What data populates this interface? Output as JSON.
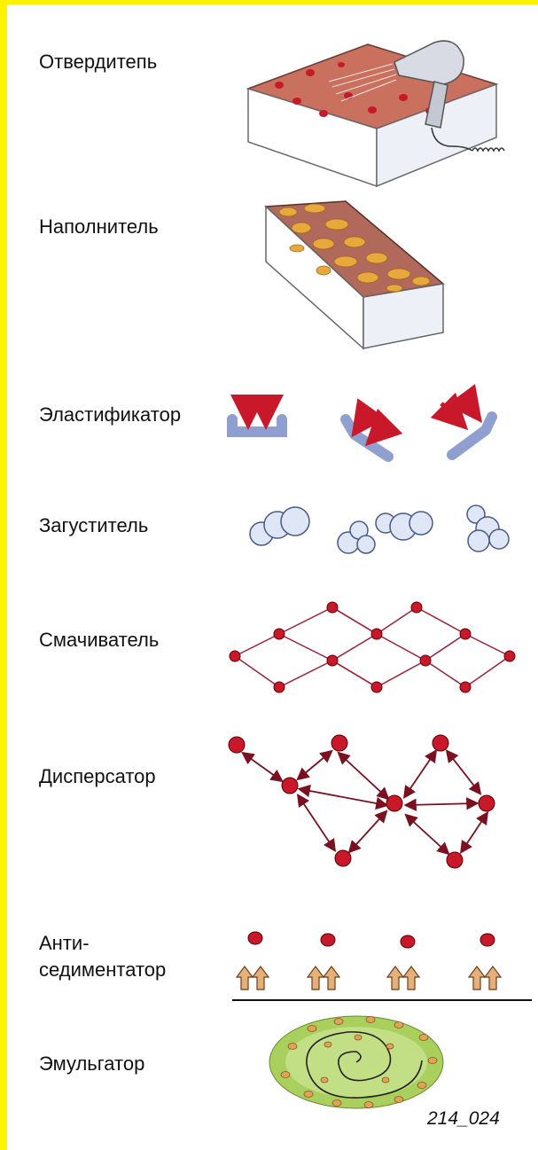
{
  "labels": {
    "hardener": "Отвердитепь",
    "filler": "Наполнитель",
    "plasticizer": "Эластификатор",
    "thickener": "Загуститель",
    "wetting_agent": "Смачиватель",
    "dispersant": "Дисперсатор",
    "anti_settling_line1": "Анти-",
    "anti_settling_line2": "седиментатор",
    "emulsifier": "Эмульгатор"
  },
  "figure_code": "214_024",
  "colors": {
    "frame": "#fff200",
    "particle": "#c8182a",
    "arrow": "#7a1020",
    "block_top": "#c9705e",
    "block_side": "#ffffff",
    "rod": "#8f9fd0",
    "cloud": "#b8c6e6",
    "up_arrow": "#e6b07a",
    "emulsion": "#a9cf5c"
  }
}
